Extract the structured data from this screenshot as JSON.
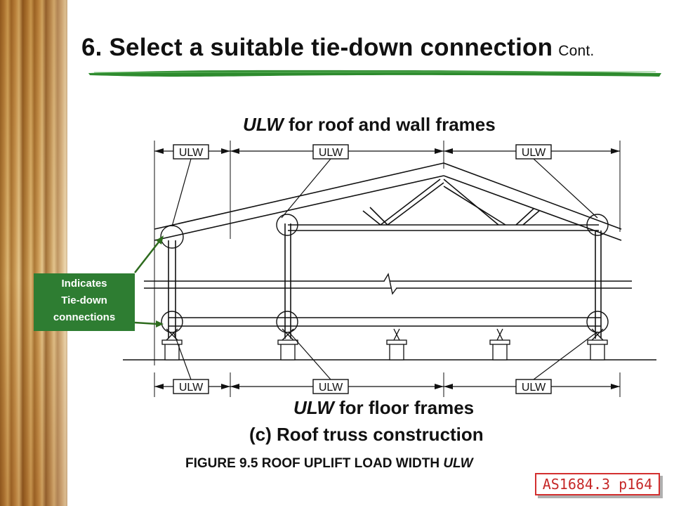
{
  "slide": {
    "title": "6. Select a suitable tie-down connection",
    "title_suffix": "Cont.",
    "accent_color": "#2e8b2e"
  },
  "diagram": {
    "top_labels": [
      "ULW",
      "ULW",
      "ULW"
    ],
    "bottom_labels": [
      "ULW",
      "ULW",
      "ULW"
    ],
    "roof_caption_italic": "ULW",
    "roof_caption_rest": " for roof and wall frames",
    "floor_caption_italic": "ULW",
    "floor_caption_rest": " for floor frames",
    "truss_caption": "(c)  Roof truss construction",
    "figure_caption": "FIGURE  9.5   ROOF UPLIFT LOAD WIDTH ",
    "figure_caption_italic": "ULW"
  },
  "callout": {
    "lines": [
      "Indicates",
      "Tie-down",
      "connections"
    ],
    "color": "#2e7d32"
  },
  "reference": {
    "text": "AS1684.3 p164",
    "border_color": "#d32f2f"
  }
}
